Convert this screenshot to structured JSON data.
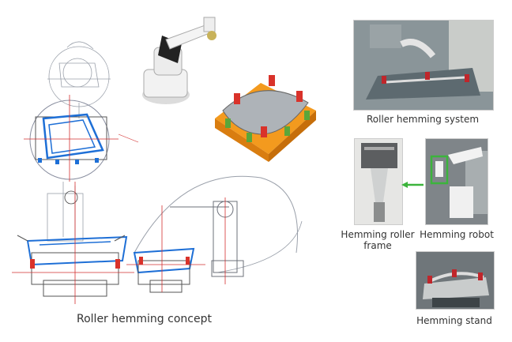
{
  "captions": {
    "concept": "Roller hemming concept",
    "system": "Roller hemming system",
    "roller_frame_line1": "Hemming roller",
    "roller_frame_line2": "frame",
    "robot": "Hemming robot",
    "stand": "Hemming stand"
  },
  "colors": {
    "line_grey": "#9aa0aa",
    "cad_blue": "#1e6fd6",
    "cad_red": "#d32f2f",
    "fixture_orange": "#f39a1e",
    "clamp_red": "#d9322a",
    "clamp_green": "#5aa63a",
    "arrow_green": "#3cb43c",
    "robot_white": "#eeeeee"
  }
}
